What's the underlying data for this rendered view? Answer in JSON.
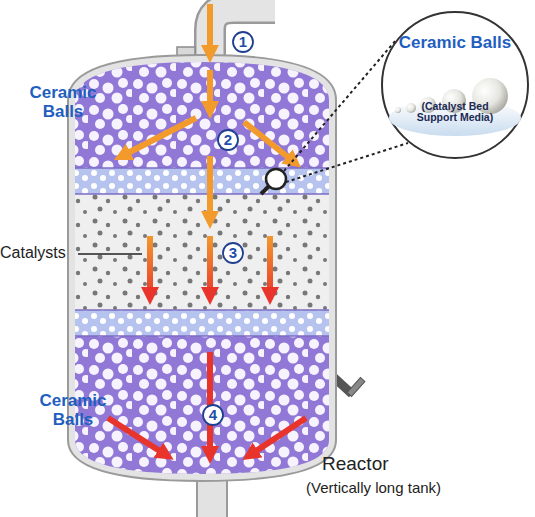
{
  "diagram": {
    "nodes": [
      {
        "text": [
          "Ceramic Balls",
          "(Catalyst Bed Support Media)"
        ]
      },
      {
        "text": [
          "1"
        ]
      },
      {
        "text": [
          "2"
        ]
      },
      {
        "text": [
          "3"
        ]
      },
      {
        "text": [
          "4"
        ]
      }
    ],
    "labels": [
      "Ceramic Balls",
      "Catalysts",
      "Ceramic Balls",
      "Reactor",
      "(Vertically long tank)"
    ]
  }
}
